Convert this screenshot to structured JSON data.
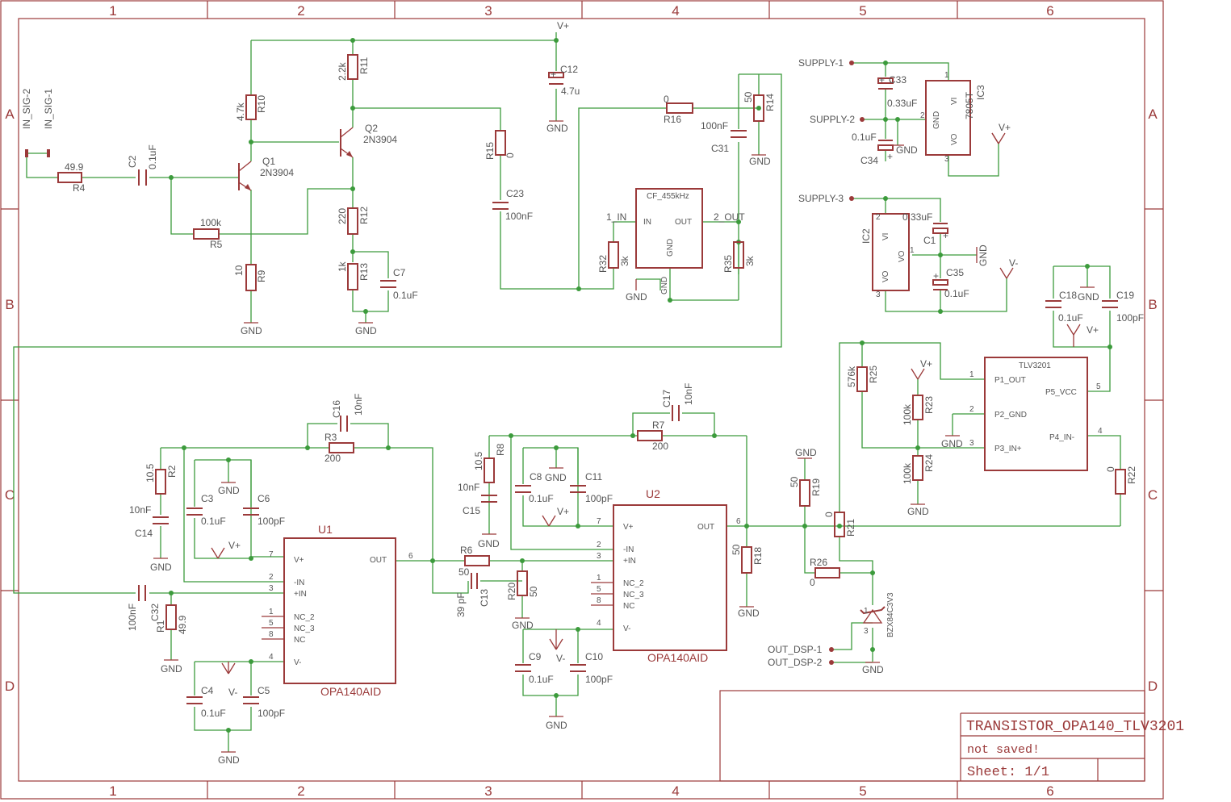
{
  "frame": {
    "columns": [
      "1",
      "2",
      "3",
      "4",
      "5",
      "6"
    ],
    "rows": [
      "A",
      "B",
      "C",
      "D"
    ]
  },
  "title_block": {
    "title": "TRANSISTOR_OPA140_TLV3201",
    "status": "not saved!",
    "sheet": "Sheet: 1/1"
  },
  "nets": {
    "vplus": "V+",
    "vminus": "V-",
    "gnd": "GND",
    "in_sig_1": "IN_SIG-1",
    "in_sig_2": "IN_SIG-2",
    "supply_1": "SUPPLY-1",
    "supply_2": "SUPPLY-2",
    "supply_3": "SUPPLY-3",
    "out_dsp_1": "OUT_DSP-1",
    "out_dsp_2": "OUT_DSP-2",
    "in_1": "1_IN",
    "out_2": "2_OUT"
  },
  "parts": {
    "R4": {
      "name": "R4",
      "value": "49.9"
    },
    "C2": {
      "name": "C2",
      "value": "0.1uF"
    },
    "Q1": {
      "name": "Q1",
      "value": "2N3904"
    },
    "Q2": {
      "name": "Q2",
      "value": "2N3904"
    },
    "R10": {
      "name": "R10",
      "value": "4.7k"
    },
    "R11": {
      "name": "R11",
      "value": "2.2k"
    },
    "R5": {
      "name": "R5",
      "value": "100k"
    },
    "R9": {
      "name": "R9",
      "value": "10"
    },
    "R12": {
      "name": "R12",
      "value": "220"
    },
    "R13": {
      "name": "R13",
      "value": "1k"
    },
    "C7": {
      "name": "C7",
      "value": "0.1uF"
    },
    "C12": {
      "name": "C12",
      "value": "4.7u"
    },
    "R15": {
      "name": "R15",
      "value": "0"
    },
    "C23": {
      "name": "C23",
      "value": "100nF"
    },
    "R16": {
      "name": "R16",
      "value": "0"
    },
    "R14": {
      "name": "R14",
      "value": "50"
    },
    "C31": {
      "name": "C31",
      "value": "100nF"
    },
    "R32": {
      "name": "R32",
      "value": "3k"
    },
    "R35": {
      "name": "R35",
      "value": "3k"
    },
    "CF": {
      "name": "CF_455kHz",
      "in": "IN",
      "out": "OUT",
      "gnd": "GND"
    },
    "C33": {
      "name": "C33",
      "value": "0.33uF"
    },
    "C34": {
      "name": "C34",
      "value": "0.1uF"
    },
    "IC3": {
      "name": "IC3",
      "value": "7805T",
      "vi": "VI",
      "vo": "VO",
      "gnd": "GND"
    },
    "IC2": {
      "name": "IC2",
      "vi": "VI",
      "vo": "VO"
    },
    "C1": {
      "name": "C1",
      "value": "0.33uF"
    },
    "C35": {
      "name": "C35",
      "value": "0.1uF"
    },
    "C18": {
      "name": "C18",
      "value": "0.1uF"
    },
    "C19": {
      "name": "C19",
      "value": "100pF"
    },
    "TLV": {
      "name": "TLV3201",
      "p1": "P1_OUT",
      "p2": "P2_GND",
      "p3": "P3_IN+",
      "p4": "P4_IN-",
      "p5": "P5_VCC"
    },
    "R25": {
      "name": "R25",
      "value": "576k"
    },
    "R23": {
      "name": "R23",
      "value": "100k"
    },
    "R24": {
      "name": "R24",
      "value": "100k"
    },
    "R22": {
      "name": "R22",
      "value": "0"
    },
    "R19": {
      "name": "R19",
      "value": "50"
    },
    "R21": {
      "name": "R21",
      "value": "0"
    },
    "R26": {
      "name": "R26",
      "value": "0"
    },
    "ZD": {
      "name": "BZX84C3V3"
    },
    "C16": {
      "name": "C16",
      "value": "10nF"
    },
    "R3": {
      "name": "R3",
      "value": "200"
    },
    "R2": {
      "name": "R2",
      "value": "10.5"
    },
    "C14": {
      "name": "C14",
      "value": "10nF"
    },
    "C3": {
      "name": "C3",
      "value": "0.1uF"
    },
    "C6": {
      "name": "C6",
      "value": "100pF"
    },
    "C32": {
      "name": "C32",
      "value": "100nF"
    },
    "R1": {
      "name": "R1",
      "value": "49.9"
    },
    "C4": {
      "name": "C4",
      "value": "0.1uF"
    },
    "C5": {
      "name": "C5",
      "value": "100pF"
    },
    "U1": {
      "name": "U1",
      "value": "OPA140AID"
    },
    "U2": {
      "name": "U2",
      "value": "OPA140AID"
    },
    "R6": {
      "name": "R6",
      "value": "50"
    },
    "C13": {
      "name": "C13",
      "value": "39 pF"
    },
    "R20": {
      "name": "R20",
      "value": "50"
    },
    "C17": {
      "name": "C17",
      "value": "10nF"
    },
    "R7": {
      "name": "R7",
      "value": "200"
    },
    "R8": {
      "name": "R8",
      "value": "10.5"
    },
    "C15": {
      "name": "C15",
      "value": "10nF"
    },
    "C8": {
      "name": "C8",
      "value": "0.1uF"
    },
    "C11": {
      "name": "C11",
      "value": "100pF"
    },
    "C9": {
      "name": "C9",
      "value": "0.1uF"
    },
    "C10": {
      "name": "C10",
      "value": "100pF"
    },
    "R18": {
      "name": "R18",
      "value": "50"
    }
  },
  "opamp_pins": {
    "vplus": "V+",
    "nin": "-IN",
    "pin": "+IN",
    "out": "OUT",
    "nc2": "NC_2",
    "nc3": "NC_3",
    "nc": "NC",
    "vminus": "V-",
    "n7": "7",
    "n2": "2",
    "n3": "3",
    "n6": "6",
    "n1": "1",
    "n5": "5",
    "n8": "8",
    "n4": "4"
  },
  "pin_numbers": {
    "p1": "1",
    "p2": "2",
    "p3": "3",
    "p4": "4",
    "p5": "5"
  }
}
